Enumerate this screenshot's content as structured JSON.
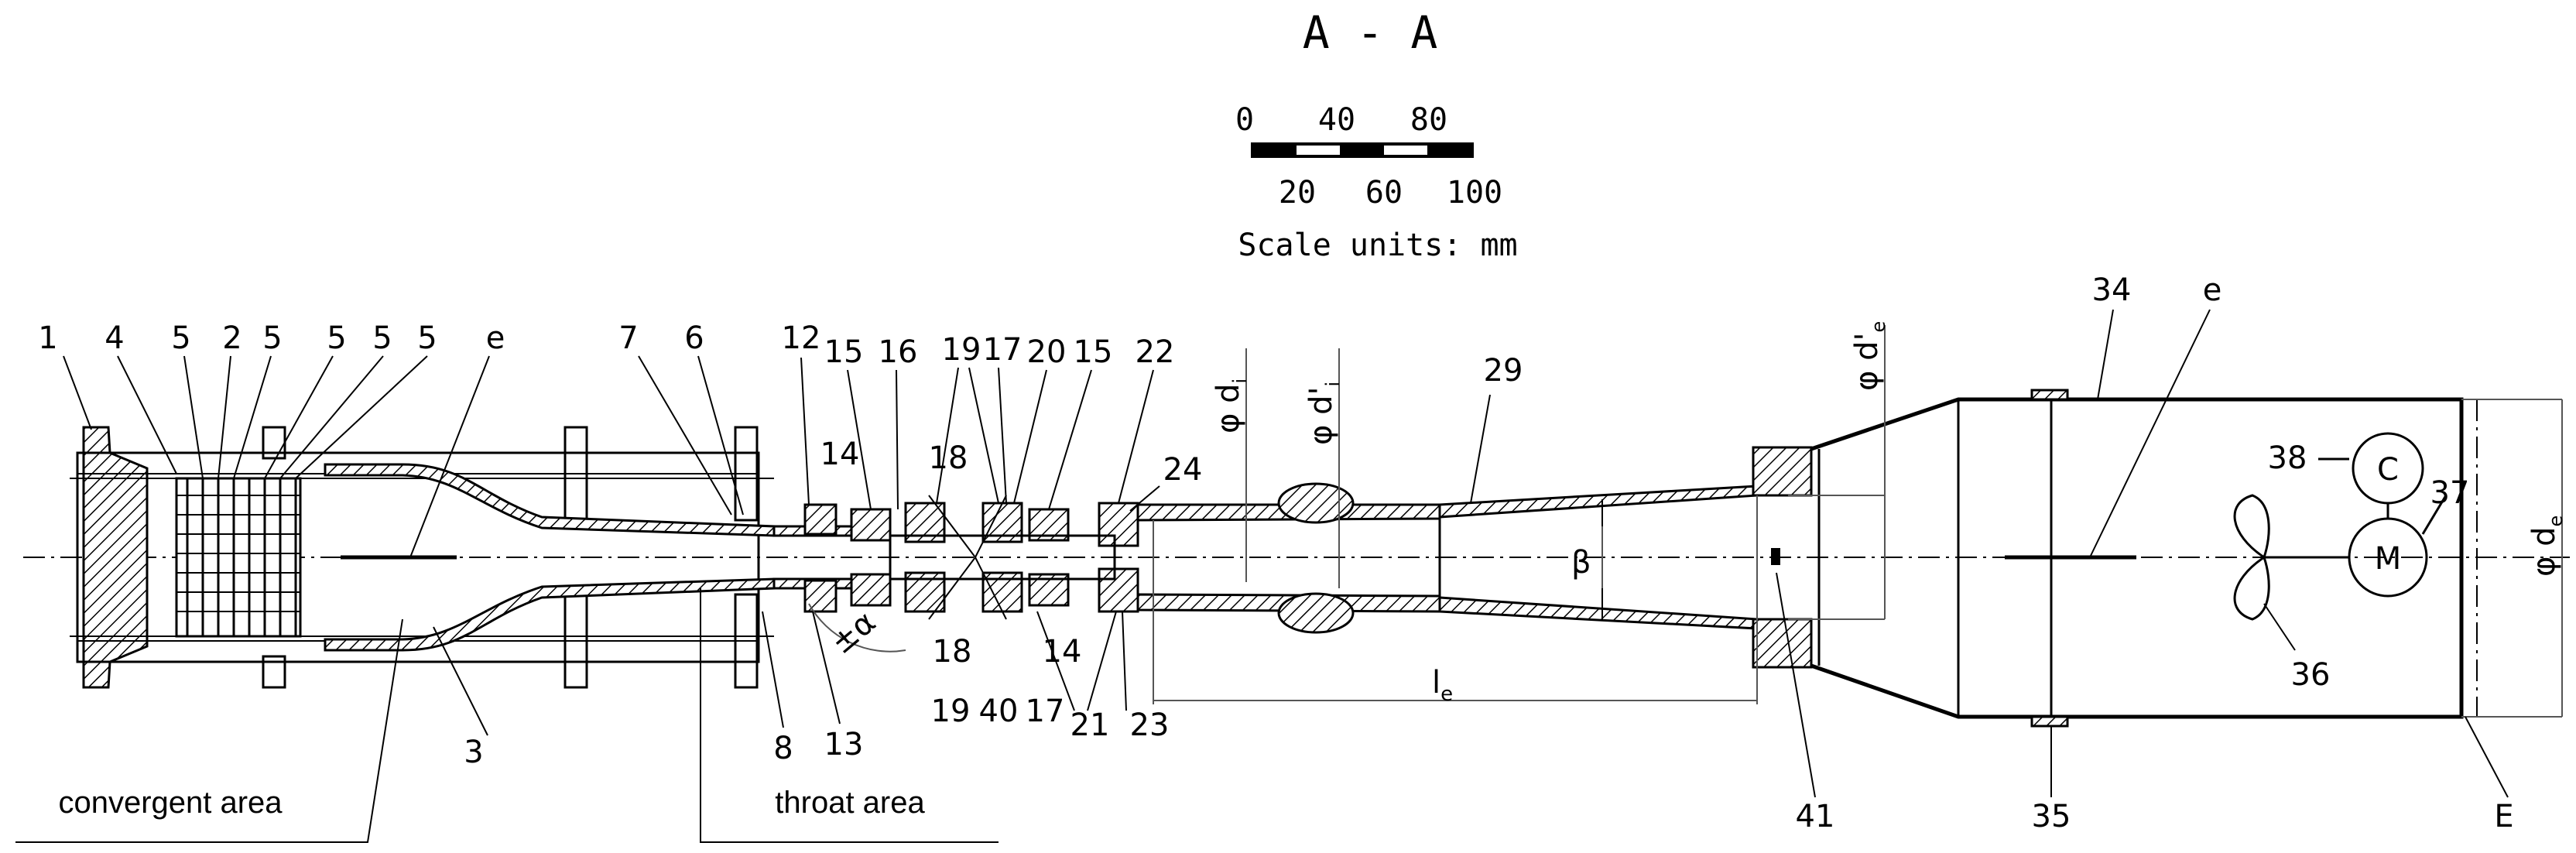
{
  "section_title": "A - A",
  "scale_bar": {
    "top_labels": [
      "0",
      "40",
      "80"
    ],
    "bottom_labels": [
      "20",
      "60",
      "100"
    ],
    "units_text": "Scale units: mm"
  },
  "part_labels": {
    "p1": "1",
    "p4": "4",
    "p5a": "5",
    "p2": "2",
    "p5b": "5",
    "p5c": "5",
    "p5d": "5",
    "p5e": "5",
    "e1": "e",
    "p7": "7",
    "p6": "6",
    "p12": "12",
    "p15a": "15",
    "p16": "16",
    "p19a": "19",
    "p17a": "17",
    "p20": "20",
    "p15b": "15",
    "p22": "22",
    "p14a": "14",
    "p18a": "18",
    "p24": "24",
    "p3": "3",
    "p8": "8",
    "p13": "13",
    "p18b": "18",
    "p19b": "19",
    "p40": "40",
    "p17b": "17",
    "p14b": "14",
    "p21": "21",
    "p23": "23",
    "p29": "29",
    "p34": "34",
    "e2": "e",
    "p38": "38",
    "p37": "37",
    "p36": "36",
    "p41": "41",
    "p35": "35",
    "pE": "E"
  },
  "motor_labels": {
    "c": "C",
    "m": "M"
  },
  "dimension_labels": {
    "di": "φ d",
    "di_sub": "i",
    "dpi": "φ d'",
    "dpi_sub": "i",
    "dpe": "φ d'",
    "dpe_sub": "e",
    "de": "φ d",
    "de_sub": "e",
    "le": "l",
    "le_sub": "e",
    "beta": "β",
    "alpha": "±α"
  },
  "area_labels": {
    "convergent": "convergent area",
    "throat": "throat area"
  }
}
